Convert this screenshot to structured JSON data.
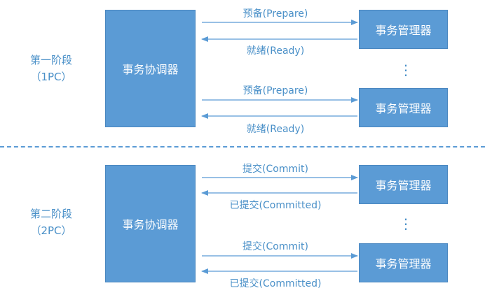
{
  "phase1": {
    "label_line1": "第一阶段",
    "label_line2": "（1PC）",
    "coordinator": "事务协调器",
    "rm_top": "事务管理器",
    "rm_bottom": "事务管理器",
    "msg_prepare_top": "预备(Prepare)",
    "msg_ready_top": "就绪(Ready)",
    "msg_prepare_bottom": "预备(Prepare)",
    "msg_ready_bottom": "就绪(Ready)",
    "ellipsis": "⋮"
  },
  "phase2": {
    "label_line1": "第二阶段",
    "label_line2": "（2PC）",
    "coordinator": "事务协调器",
    "rm_top": "事务管理器",
    "rm_bottom": "事务管理器",
    "msg_commit_top": "提交(Commit)",
    "msg_committed_top": "已提交(Committed)",
    "msg_commit_bottom": "提交(Commit)",
    "msg_committed_bottom": "已提交(Committed)",
    "ellipsis": "⋮"
  },
  "colors": {
    "box_fill": "#5b9bd5",
    "text_accent": "#4a90c8",
    "arrow": "#5b9bd5"
  }
}
